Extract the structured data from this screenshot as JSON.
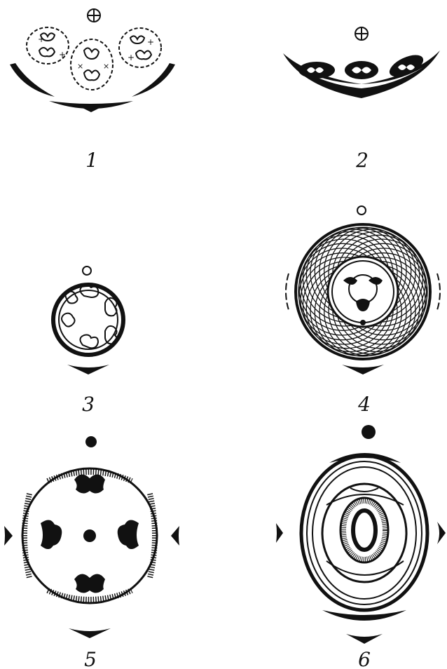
{
  "figure": {
    "panels": [
      {
        "label": "1",
        "axis_symbol": "⊕"
      },
      {
        "label": "2",
        "axis_symbol": "⊕"
      },
      {
        "label": "3",
        "axis_symbol": "○"
      },
      {
        "label": "4",
        "axis_symbol": "○"
      },
      {
        "label": "5",
        "axis_symbol": "●"
      },
      {
        "label": "6",
        "axis_symbol": "●"
      }
    ],
    "ink": "#111111"
  }
}
